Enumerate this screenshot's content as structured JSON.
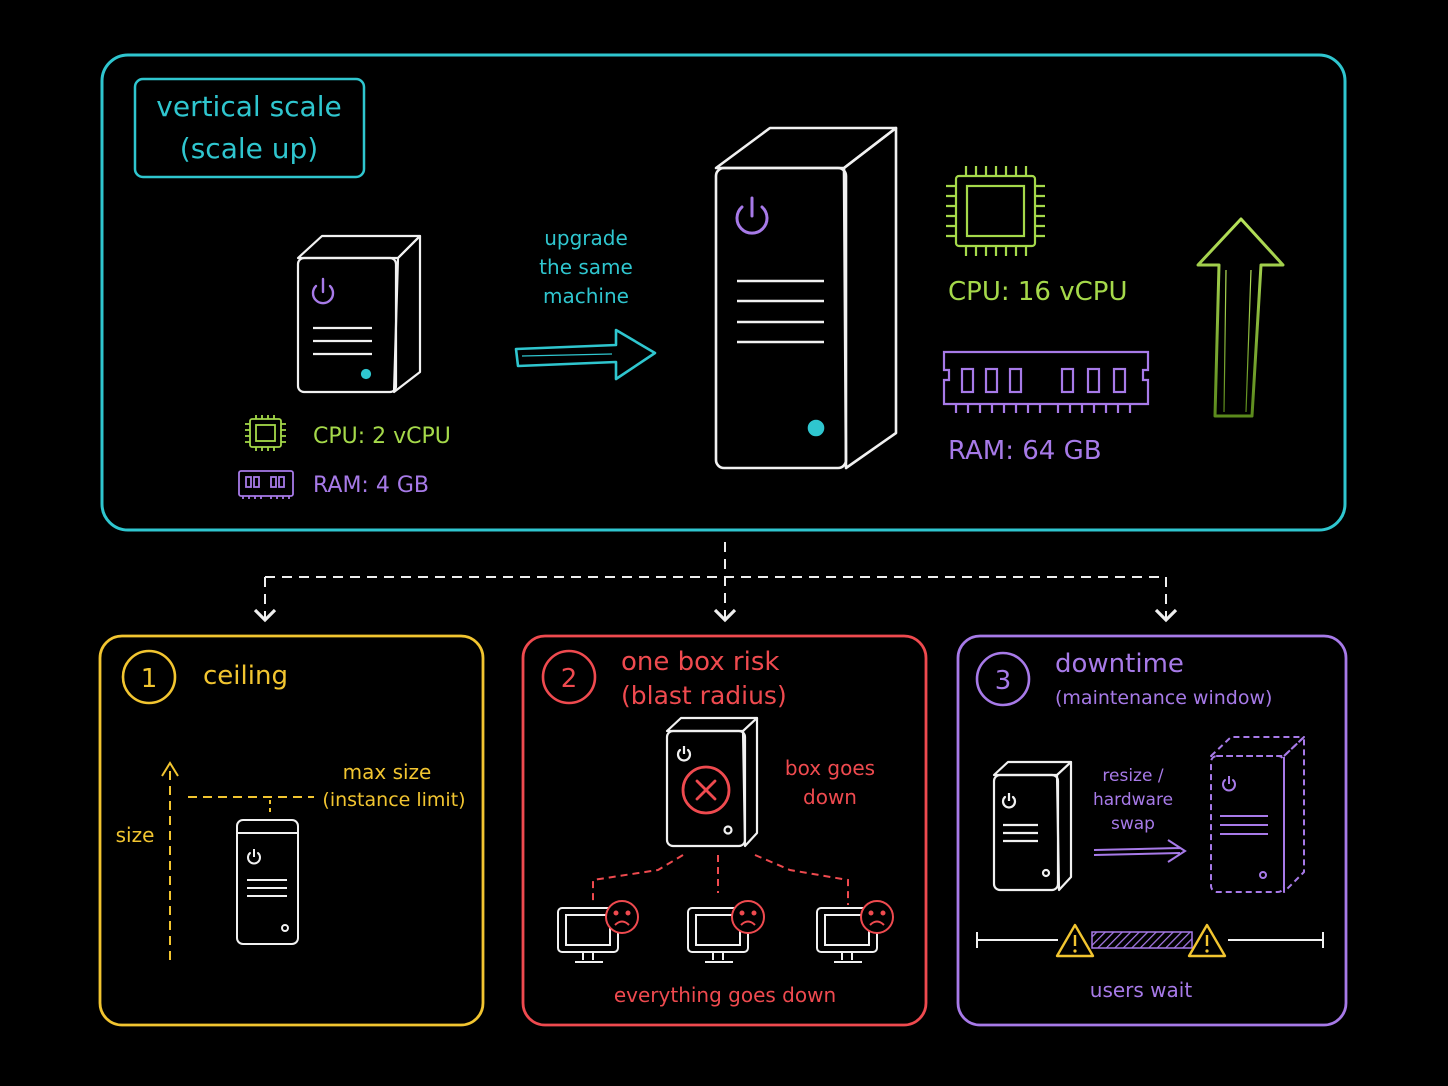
{
  "colors": {
    "background": "#000000",
    "teal": "#2fc6cf",
    "green": "#a5d94a",
    "purple": "#a77ae8",
    "yellow": "#f2c530",
    "red": "#ef4a4f",
    "white": "#f1f1f1"
  },
  "top": {
    "title_line1": "vertical scale",
    "title_line2": "(scale up)",
    "small_server": {
      "cpu_label": "CPU: 2 vCPU",
      "ram_label": "RAM: 4 GB",
      "icons": [
        "power-icon",
        "cpu-chip-icon",
        "ram-module-icon"
      ]
    },
    "arrow_label_line1": "upgrade",
    "arrow_label_line2": "the same",
    "arrow_label_line3": "machine",
    "large_server": {
      "cpu_label": "CPU: 16 vCPU",
      "ram_label": "RAM: 64 GB",
      "icons": [
        "power-icon",
        "cpu-chip-icon",
        "ram-module-icon",
        "up-arrow-icon"
      ]
    }
  },
  "panels": {
    "ceiling": {
      "number": "1",
      "title": "ceiling",
      "max_label_line1": "max size",
      "max_label_line2": "(instance limit)",
      "axis_label": "size"
    },
    "risk": {
      "number": "2",
      "title_line1": "one box risk",
      "title_line2": "(blast radius)",
      "box_label_line1": "box goes",
      "box_label_line2": "down",
      "footer": "everything goes down",
      "icons": [
        "failed-server-icon",
        "monitor-icon",
        "sad-face-icon"
      ]
    },
    "downtime": {
      "number": "3",
      "title_line1": "downtime",
      "title_line2": "(maintenance window)",
      "swap_label_line1": "resize /",
      "swap_label_line2": "hardware",
      "swap_label_line3": "swap",
      "footer": "users wait",
      "icons": [
        "warning-icon",
        "server-icon",
        "ghost-server-icon"
      ]
    }
  }
}
